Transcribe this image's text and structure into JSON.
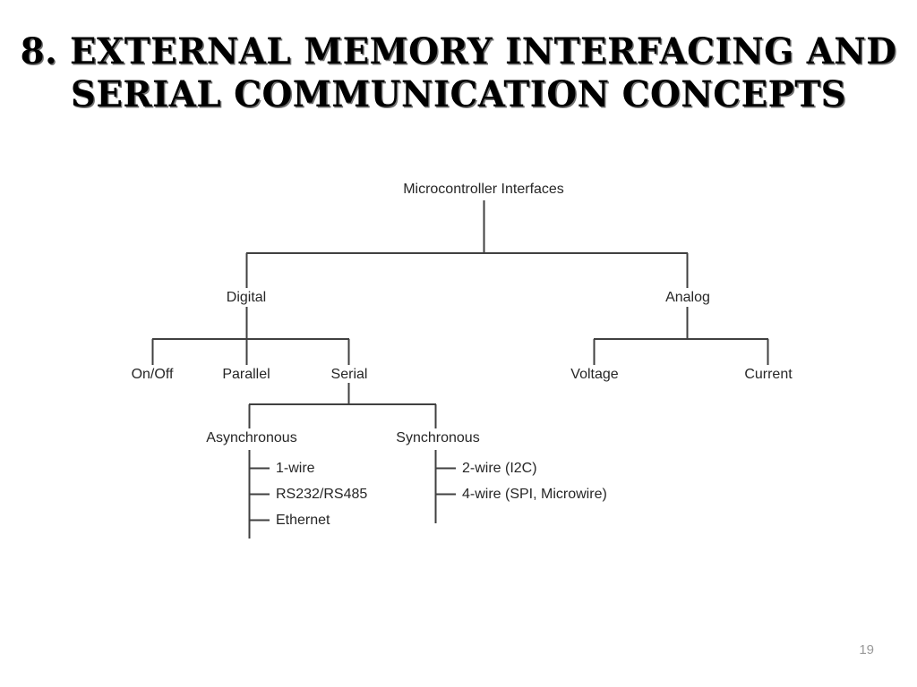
{
  "slide": {
    "title_line1": "8. External Memory Interfacing and",
    "title_line2": "Serial Communication Concepts",
    "page_number": "19",
    "title_color": "#000000",
    "line_color": "#404040",
    "text_color": "#262626",
    "page_number_color": "#9a9a9a",
    "background_color": "#ffffff"
  },
  "diagram": {
    "type": "tree",
    "root": "Microcontroller Interfaces",
    "nodes": {
      "root": "Microcontroller Interfaces",
      "digital": "Digital",
      "analog": "Analog",
      "on_off": "On/Off",
      "parallel": "Parallel",
      "serial": "Serial",
      "voltage": "Voltage",
      "current": "Current",
      "asynchronous": "Asynchronous",
      "synchronous": "Synchronous"
    },
    "async_leaves": [
      "1-wire",
      "RS232/RS485",
      "Ethernet"
    ],
    "sync_leaves": [
      "2-wire (I2C)",
      "4-wire (SPI, Microwire)"
    ]
  }
}
